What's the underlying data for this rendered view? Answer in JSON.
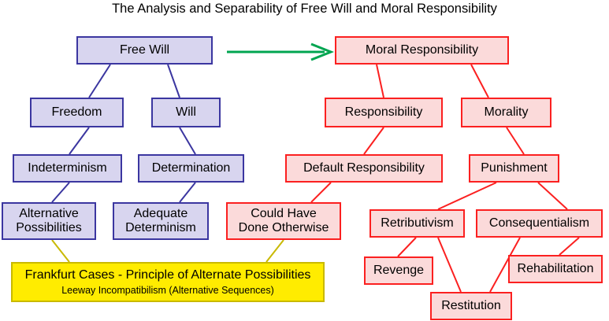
{
  "title": "The Analysis and Separability of Free Will and Moral Responsibility",
  "colors": {
    "blue_fill": "#d8d5ef",
    "blue_border": "#3b36a0",
    "red_fill": "#fbdada",
    "red_border": "#fb2020",
    "yellow_fill": "#ffec00",
    "yellow_border": "#c9b900",
    "arrow_green": "#00a550",
    "text": "#000000",
    "background": "#ffffff"
  },
  "nodes": {
    "free_will": "Free Will",
    "freedom": "Freedom",
    "will": "Will",
    "indeterminism": "Indeterminism",
    "determination": "Determination",
    "alternative_possibilities_l1": "Alternative",
    "alternative_possibilities_l2": "Possibilities",
    "adequate_determinism_l1": "Adequate",
    "adequate_determinism_l2": "Determinism",
    "could_have_l1": "Could Have",
    "could_have_l2": "Done Otherwise",
    "frankfurt_line1": "Frankfurt Cases - Principle of Alternate Possibilities",
    "frankfurt_line2": "Leeway Incompatibilism (Alternative Sequences)",
    "moral_responsibility": "Moral Responsibility",
    "responsibility": "Responsibility",
    "morality": "Morality",
    "default_responsibility": "Default Responsibility",
    "punishment": "Punishment",
    "retributivism": "Retributivism",
    "consequentialism": "Consequentialism",
    "revenge": "Revenge",
    "rehabilitation": "Rehabilitation",
    "restitution": "Restitution"
  },
  "chart_data": {
    "type": "diagram",
    "title": "The Analysis and Separability of Free Will and Moral Responsibility",
    "trees": [
      {
        "name": "free-will-tree",
        "color": "blue",
        "edges": [
          [
            "Free Will",
            "Freedom"
          ],
          [
            "Free Will",
            "Will"
          ],
          [
            "Freedom",
            "Indeterminism"
          ],
          [
            "Will",
            "Determination"
          ],
          [
            "Indeterminism",
            "Alternative Possibilities"
          ],
          [
            "Determination",
            "Adequate Determinism"
          ],
          [
            "Alternative Possibilities",
            "Frankfurt Cases - Principle of Alternate Possibilities"
          ]
        ]
      },
      {
        "name": "moral-responsibility-tree",
        "color": "red",
        "edges": [
          [
            "Moral Responsibility",
            "Responsibility"
          ],
          [
            "Moral Responsibility",
            "Morality"
          ],
          [
            "Responsibility",
            "Default Responsibility"
          ],
          [
            "Morality",
            "Punishment"
          ],
          [
            "Default Responsibility",
            "Could Have Done Otherwise"
          ],
          [
            "Punishment",
            "Retributivism"
          ],
          [
            "Punishment",
            "Consequentialism"
          ],
          [
            "Retributivism",
            "Revenge"
          ],
          [
            "Retributivism",
            "Restitution"
          ],
          [
            "Consequentialism",
            "Restitution"
          ],
          [
            "Consequentialism",
            "Rehabilitation"
          ],
          [
            "Could Have Done Otherwise",
            "Frankfurt Cases - Principle of Alternate Possibilities"
          ]
        ]
      }
    ],
    "cross_link": {
      "from": "Free Will",
      "to": "Moral Responsibility",
      "style": "green-arrow"
    }
  }
}
